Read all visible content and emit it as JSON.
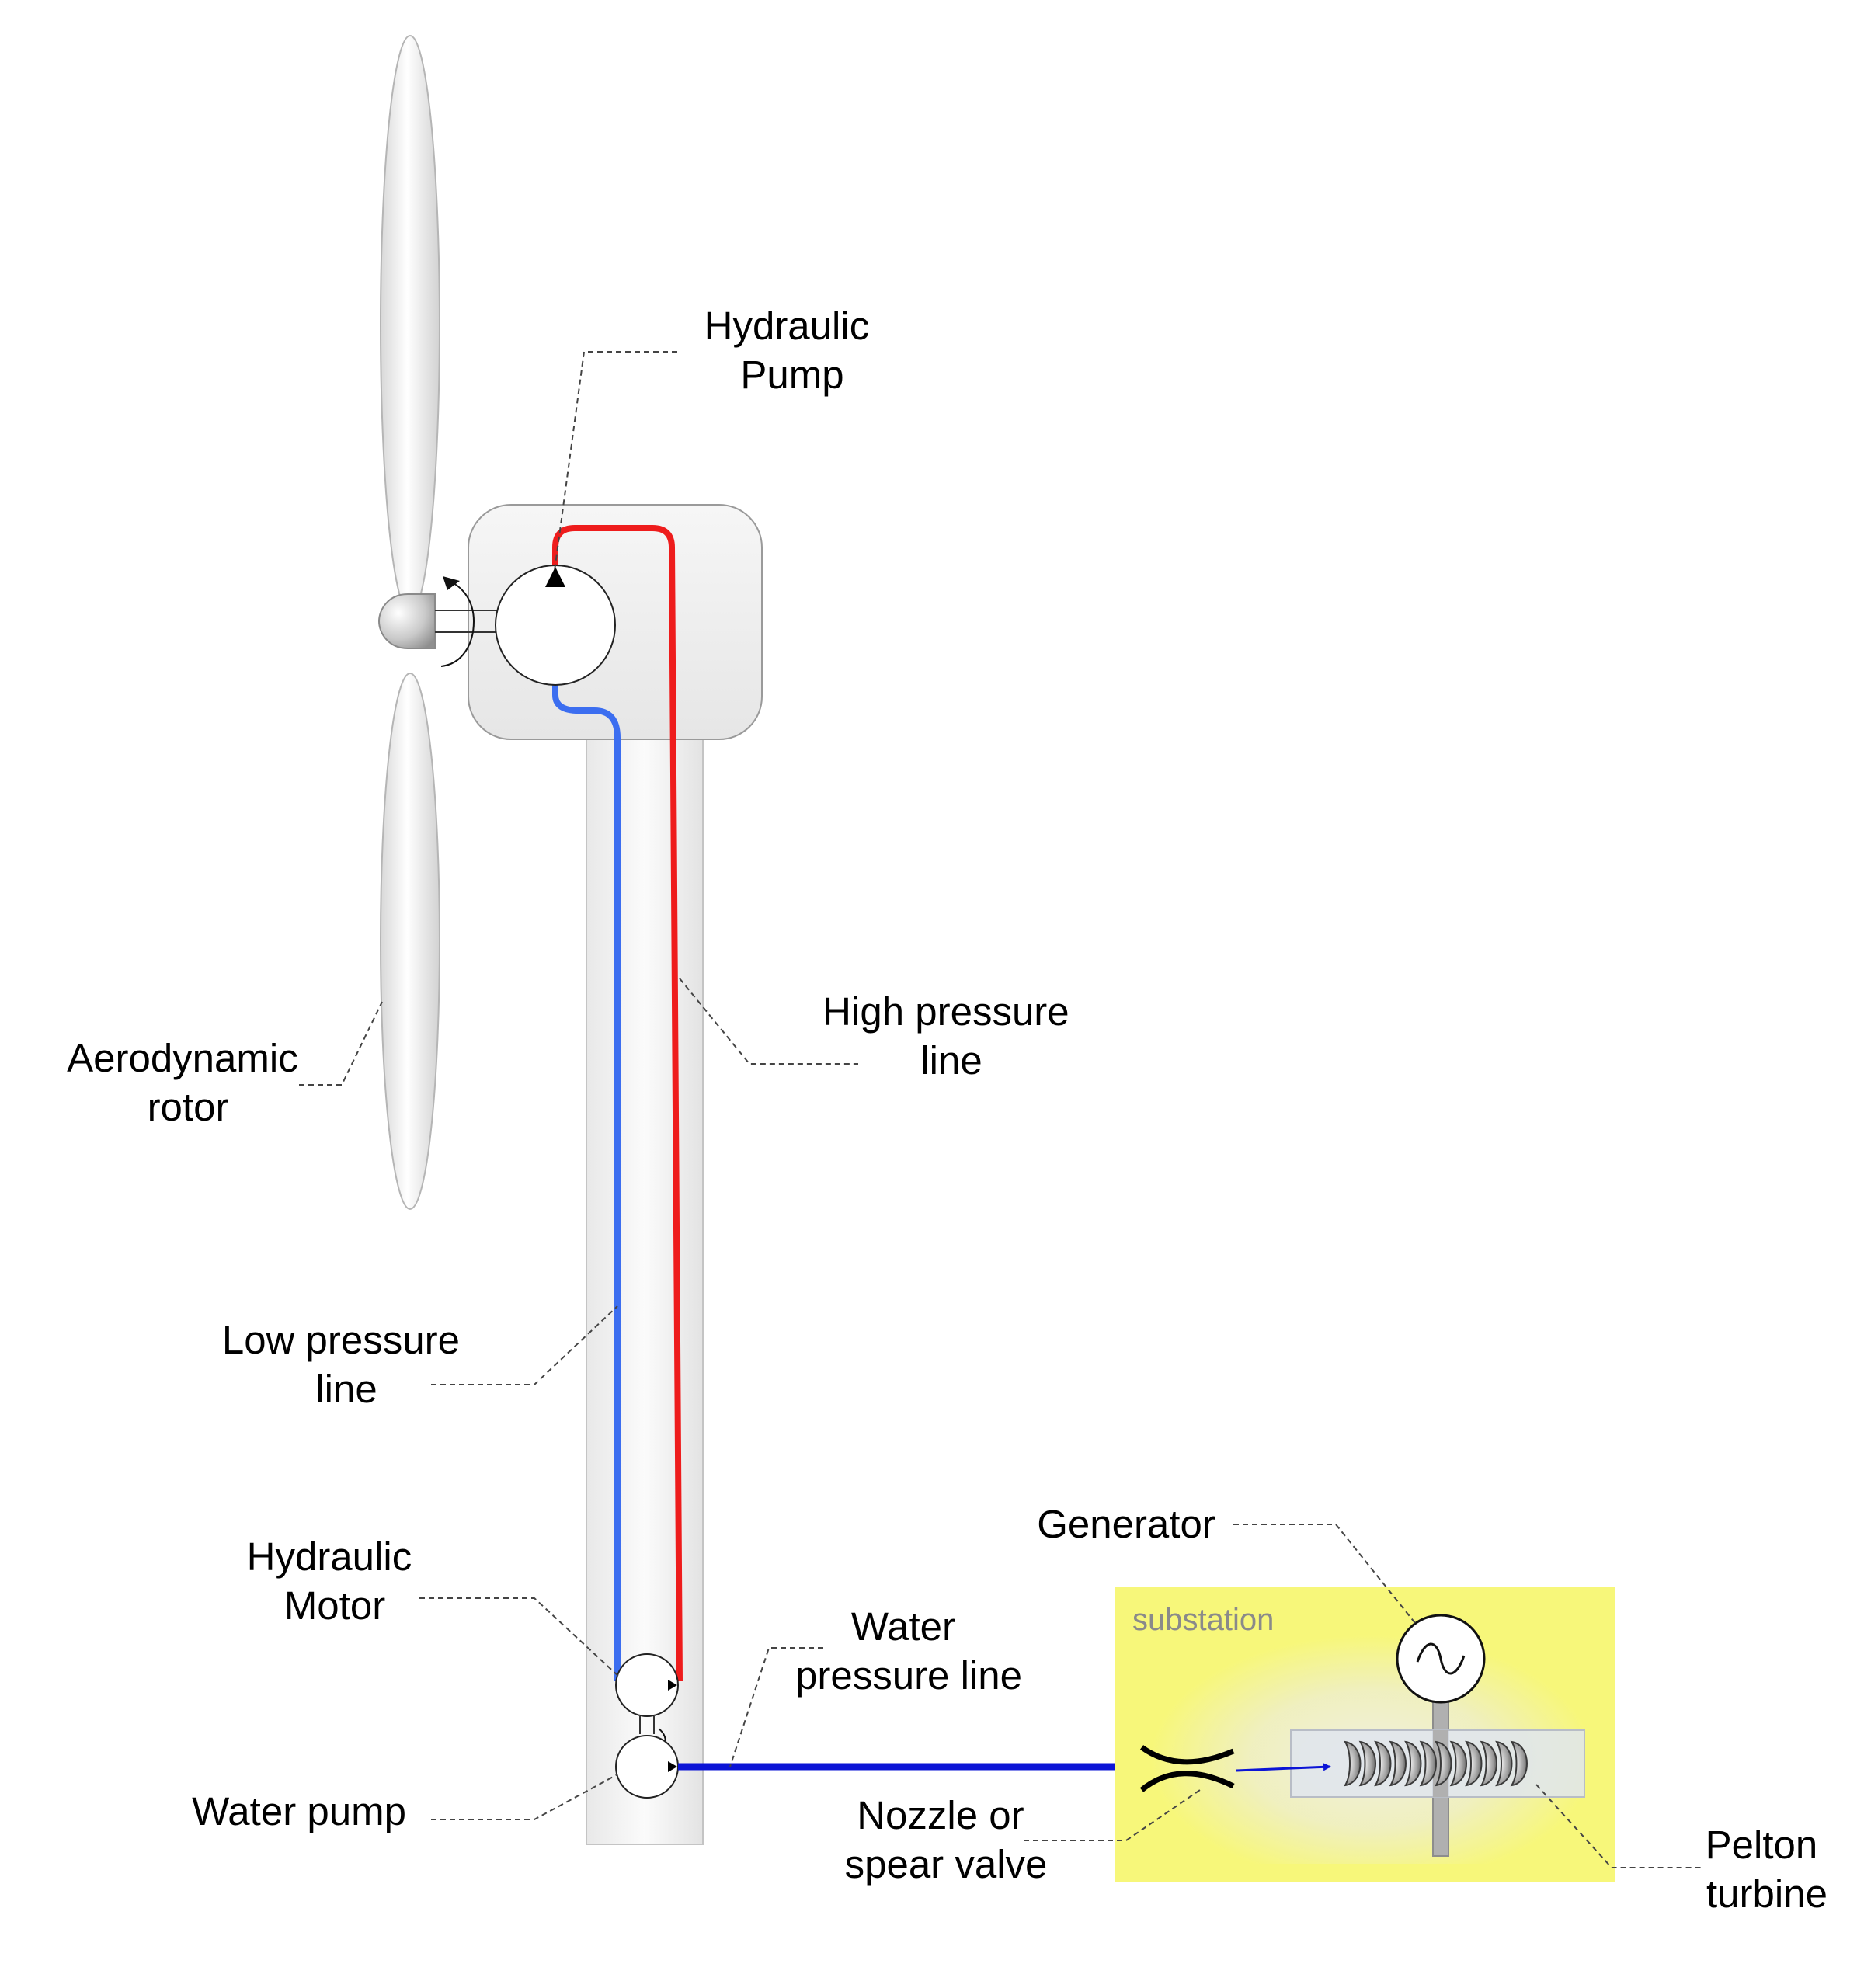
{
  "labels": {
    "hydraulic_pump": [
      "Hydraulic",
      "Pump"
    ],
    "high_pressure_line": [
      "High pressure",
      "line"
    ],
    "aerodynamic_rotor": [
      "Aerodynamic",
      "rotor"
    ],
    "low_pressure_line": [
      "Low pressure",
      "line"
    ],
    "hydraulic_motor": [
      "Hydraulic",
      "Motor"
    ],
    "water_pressure_line": [
      "Water",
      "pressure line"
    ],
    "water_pump": "Water pump",
    "generator": "Generator",
    "substation": "substation",
    "nozzle": [
      "Nozzle or",
      "spear valve"
    ],
    "pelton_turbine": [
      "Pelton",
      "turbine"
    ]
  },
  "colors": {
    "high_pressure": "#ee1c1c",
    "low_pressure": "#3c6ef0",
    "water_line": "#0b14d6",
    "substation_fill": "#f7f77a",
    "nacelle_fill": "#f2f2f2",
    "tower_fill": "#f3f3f3"
  },
  "icons": {
    "generator": "ac-sine-icon",
    "nozzle": "nozzle-icon",
    "turbine": "pelton-buckets-icon"
  }
}
